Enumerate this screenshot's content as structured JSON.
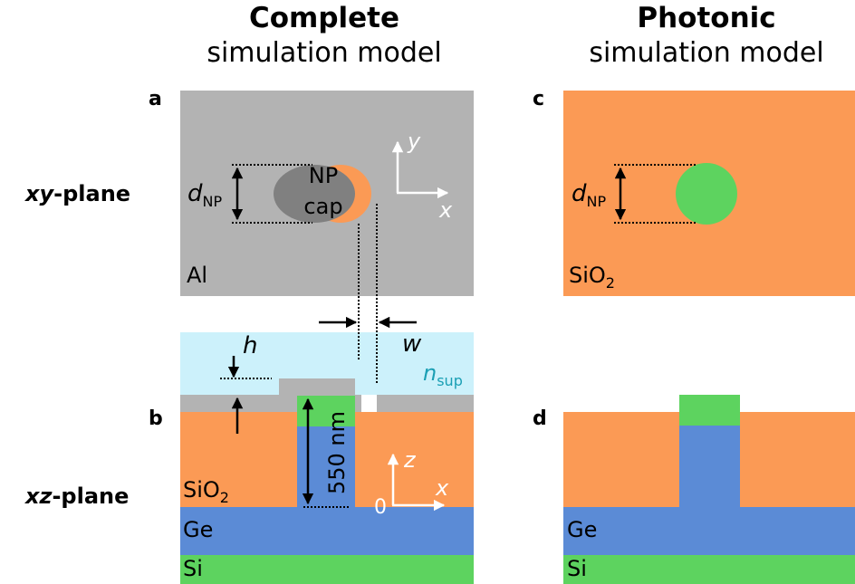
{
  "headers": {
    "complete_bold": "Complete",
    "complete_sub": "simulation model",
    "photonic_bold": "Photonic",
    "photonic_sub": "simulation model"
  },
  "row_labels": {
    "xy_var": "xy",
    "xy_rest": "-plane",
    "xz_var": "xz",
    "xz_rest": "-plane"
  },
  "panels": {
    "a": "a",
    "b": "b",
    "c": "c",
    "d": "d"
  },
  "panel_a": {
    "material": "Al",
    "np_line1": "NP",
    "np_line2": "cap",
    "d_var": "d",
    "d_sub": "NP",
    "axis_y": "y",
    "axis_x": "x"
  },
  "panel_b": {
    "h_var": "h",
    "w_var": "w",
    "n_var": "n",
    "n_sub": "sup",
    "height_label": "550 nm",
    "sio2_main": "SiO",
    "sio2_sub": "2",
    "ge": "Ge",
    "si": "Si",
    "axis_z": "z",
    "axis_x": "x",
    "origin": "0"
  },
  "panel_c": {
    "d_var": "d",
    "d_sub": "NP",
    "sio2_main": "SiO",
    "sio2_sub": "2"
  },
  "panel_d": {
    "ge": "Ge",
    "si": "Si"
  },
  "colors": {
    "aluminum": "#b3b3b3",
    "np_dark": "#808080",
    "sio2": "#fb9a55",
    "germanium": "#5b8bd6",
    "silicon": "#5dd35f",
    "superstrate": "#ccf1fb",
    "superstrate_text": "#1a9fb4"
  }
}
